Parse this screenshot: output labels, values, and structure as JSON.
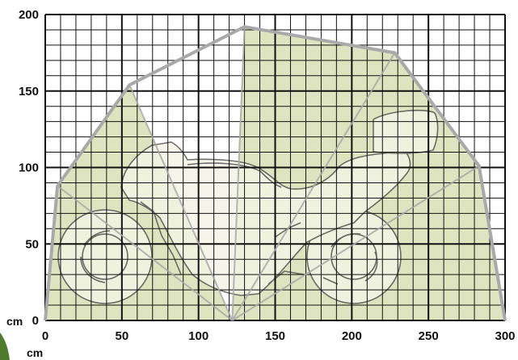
{
  "chart_data": {
    "type": "area",
    "x_unit_label": "cm",
    "y_unit_label": "cm",
    "x_ticks": [
      "0",
      "50",
      "100",
      "150",
      "200",
      "250",
      "300"
    ],
    "y_ticks": [
      "0",
      "50",
      "100",
      "150",
      "200"
    ],
    "xlim": [
      0,
      300
    ],
    "ylim": [
      0,
      200
    ],
    "grid": true,
    "minor_grid_step": 10,
    "major_grid_step": 50,
    "envelope": {
      "x": [
        0,
        8,
        55,
        122,
        130,
        228,
        283,
        300,
        300
      ],
      "y": [
        0,
        88,
        154,
        0,
        192,
        175,
        101,
        0,
        0
      ]
    },
    "envelope_outline": {
      "x": [
        0,
        8,
        55,
        130,
        228,
        283,
        300
      ],
      "y": [
        0,
        88,
        154,
        192,
        175,
        101,
        0
      ]
    },
    "inner_lines": [
      {
        "x": [
          8,
          122
        ],
        "y": [
          88,
          0
        ]
      },
      {
        "x": [
          55,
          122
        ],
        "y": [
          154,
          0
        ]
      },
      {
        "x": [
          130,
          122
        ],
        "y": [
          192,
          0
        ]
      },
      {
        "x": [
          228,
          122
        ],
        "y": [
          175,
          0
        ]
      },
      {
        "x": [
          283,
          122
        ],
        "y": [
          101,
          0
        ]
      }
    ],
    "colors": {
      "fill": "#dfe4c0",
      "outline": "#a9a9a9",
      "grid": "#111111",
      "motorcycle_stroke": "#555555",
      "motorcycle_fill": "#f4f5e6",
      "corner_badge": "#4e7a2c"
    },
    "illustration": "motorcycle-silhouette"
  }
}
